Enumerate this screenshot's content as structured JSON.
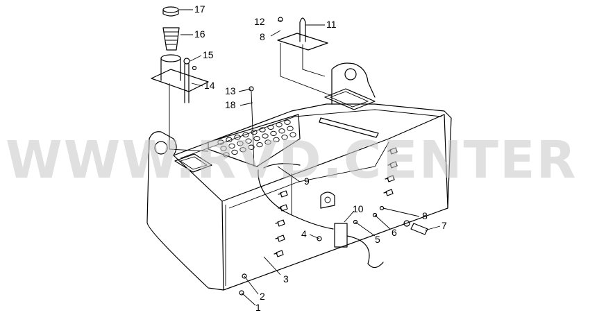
{
  "watermark": "WWW.RVD.CENTER",
  "callouts": [
    {
      "id": "c1",
      "text": "1"
    },
    {
      "id": "c2",
      "text": "2"
    },
    {
      "id": "c3",
      "text": "3"
    },
    {
      "id": "c4",
      "text": "4"
    },
    {
      "id": "c5",
      "text": "5"
    },
    {
      "id": "c6",
      "text": "6"
    },
    {
      "id": "c7",
      "text": "7"
    },
    {
      "id": "c8a",
      "text": "8"
    },
    {
      "id": "c8b",
      "text": "8"
    },
    {
      "id": "c9",
      "text": "9"
    },
    {
      "id": "c10",
      "text": "10"
    },
    {
      "id": "c11",
      "text": "11"
    },
    {
      "id": "c12",
      "text": "12"
    },
    {
      "id": "c13",
      "text": "13"
    },
    {
      "id": "c14",
      "text": "14"
    },
    {
      "id": "c15",
      "text": "15"
    },
    {
      "id": "c16",
      "text": "16"
    },
    {
      "id": "c17",
      "text": "17"
    },
    {
      "id": "c18",
      "text": "18"
    }
  ]
}
